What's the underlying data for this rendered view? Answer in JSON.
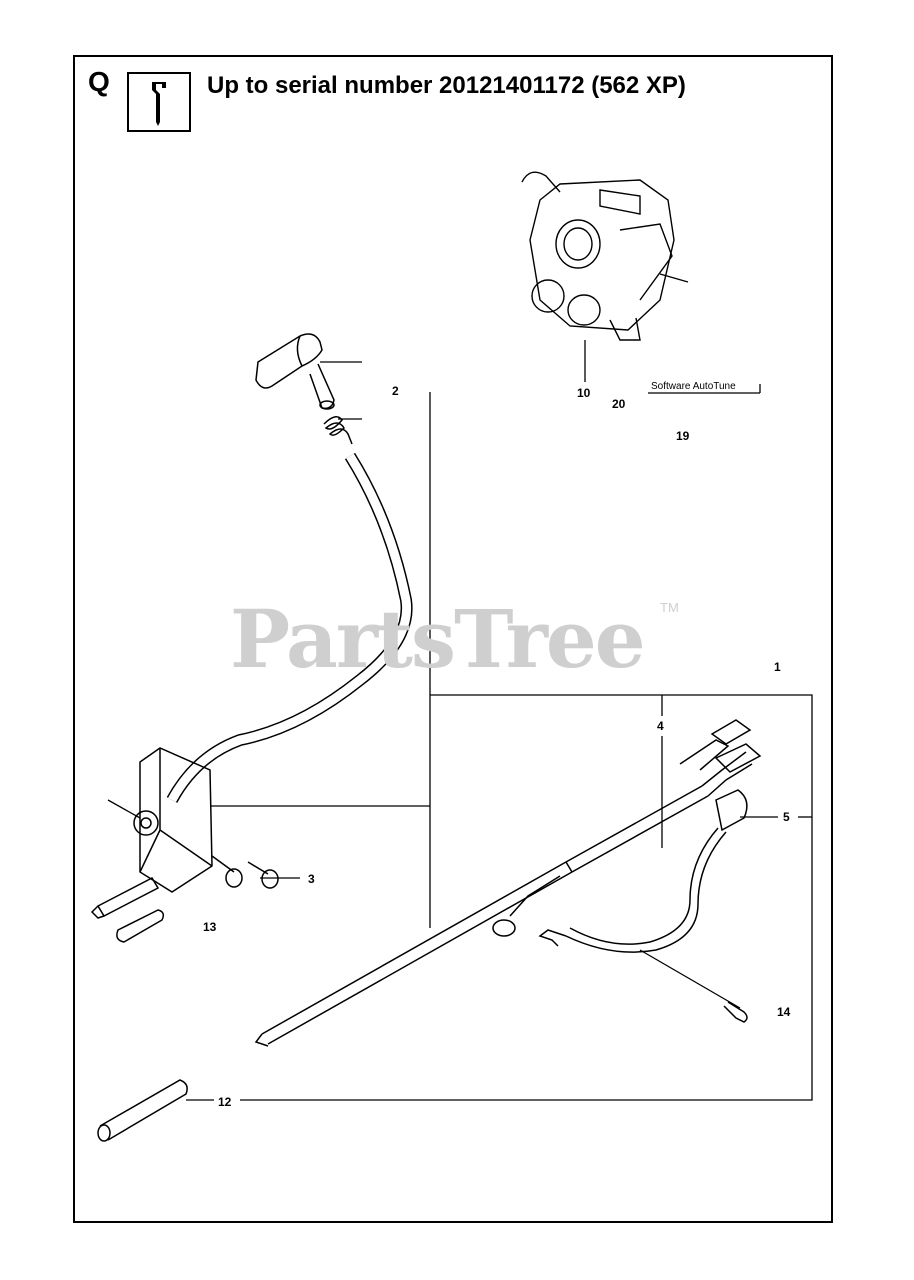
{
  "header": {
    "section_letter": "Q",
    "title": "Up to serial number 20121401172 (562 XP)",
    "tool_icon": "wrench-icon"
  },
  "watermark": {
    "text": "PartsTree",
    "trademark": "TM"
  },
  "software_label": "Software AutoTune",
  "callouts": {
    "c1": "1",
    "c2": "2",
    "c3": "3",
    "c4": "4",
    "c5": "5",
    "c10": "10",
    "c12": "12",
    "c13": "13",
    "c14": "14",
    "c19": "19",
    "c20": "20"
  },
  "colors": {
    "line": "#000000",
    "watermark": "#cfcfcf",
    "background": "#ffffff"
  }
}
